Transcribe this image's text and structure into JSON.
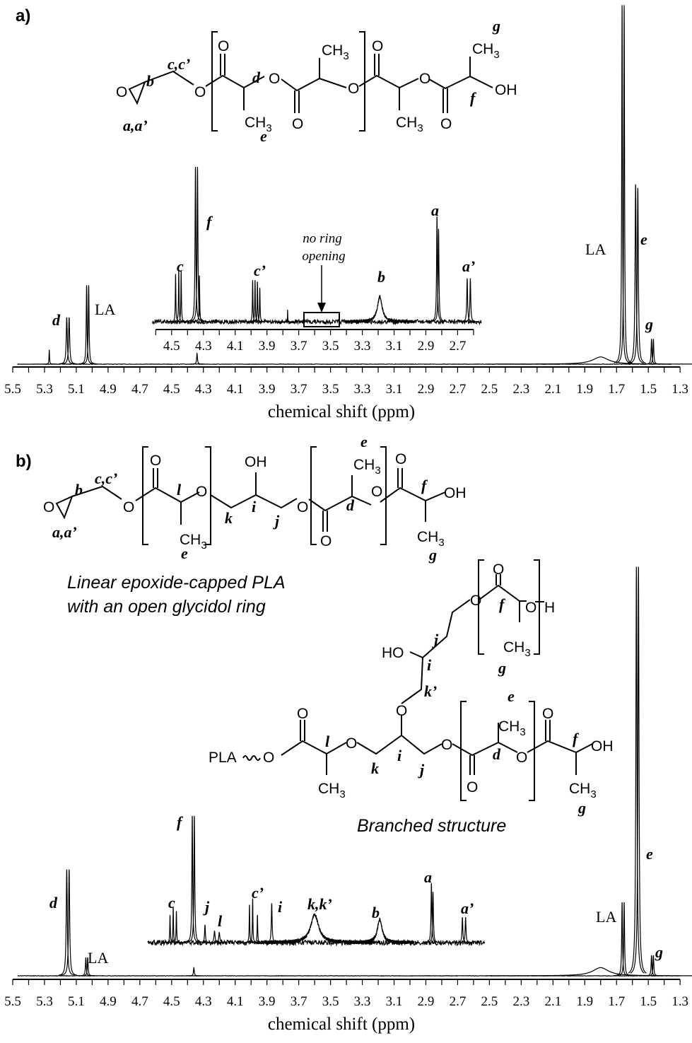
{
  "figure": {
    "panel_a_label": "a)",
    "panel_b_label": "b)",
    "caption_linear_1": "Linear epoxide-capped PLA",
    "caption_linear_2": "with an open glycidol ring",
    "caption_branched": "Branched structure"
  },
  "structure_a": [
    "O",
    "b",
    "c,c’",
    "a,a’",
    "O",
    "O",
    "d",
    "CH3",
    "e",
    "O",
    "O",
    "CH3",
    "O",
    "O",
    "CH3",
    "O",
    "O",
    "CH3",
    "g",
    "f",
    "OH"
  ],
  "structure_b_linear": [
    "O",
    "b",
    "c,c’",
    "a,a’",
    "O",
    "O",
    "l",
    "CH3",
    "e",
    "O",
    "k",
    "OH",
    "i",
    "j",
    "O",
    "O",
    "d",
    "CH3",
    "e",
    "O",
    "O",
    "f",
    "OH",
    "CH3",
    "g"
  ],
  "structure_b_branched": [
    "O",
    "O",
    "f",
    "O",
    "H",
    "CH3",
    "g",
    "j",
    "HO",
    "i",
    "k’",
    "O",
    "PLA",
    "O",
    "O",
    "l",
    "O",
    "CH3",
    "k",
    "i",
    "j",
    "O",
    "O",
    "d",
    "CH3",
    "e",
    "O",
    "O",
    "f",
    "OH",
    "CH3",
    "g"
  ],
  "chart_data": [
    {
      "type": "line",
      "title": "a)",
      "xlabel": "chemical shift (ppm)",
      "ylabel": "",
      "xlim": [
        5.5,
        1.3
      ],
      "x_reversed": true,
      "xtick_labels": [
        "5.5",
        "5.3",
        "5.1",
        "4.9",
        "4.7",
        "4.5",
        "4.3",
        "4.1",
        "3.9",
        "3.7",
        "3.5",
        "3.3",
        "3.1",
        "2.9",
        "2.7",
        "2.5",
        "2.3",
        "2.1",
        "1.9",
        "1.7",
        "1.5",
        "1.3"
      ],
      "peaks": [
        {
          "ppm": 5.27,
          "intensity": 0.04,
          "width": 0.002
        },
        {
          "ppm": 5.16,
          "intensity": 0.13,
          "width": 0.004,
          "label": "d"
        },
        {
          "ppm": 5.145,
          "intensity": 0.13,
          "width": 0.004
        },
        {
          "ppm": 5.035,
          "intensity": 0.22,
          "width": 0.003,
          "label": "LA"
        },
        {
          "ppm": 5.022,
          "intensity": 0.22,
          "width": 0.003
        },
        {
          "ppm": 4.34,
          "intensity": 0.03,
          "width": 0.003
        },
        {
          "ppm": 1.8,
          "intensity": 0.02,
          "width": 0.06
        },
        {
          "ppm": 1.665,
          "intensity": 1.0,
          "width": 0.003,
          "label": "LA"
        },
        {
          "ppm": 1.652,
          "intensity": 1.0,
          "width": 0.003
        },
        {
          "ppm": 1.58,
          "intensity": 0.5,
          "width": 0.004,
          "label": "e"
        },
        {
          "ppm": 1.566,
          "intensity": 0.49,
          "width": 0.004
        },
        {
          "ppm": 1.48,
          "intensity": 0.07,
          "width": 0.003,
          "label": "g"
        },
        {
          "ppm": 1.468,
          "intensity": 0.07,
          "width": 0.003
        }
      ],
      "inset": {
        "xlim": [
          4.6,
          2.55
        ],
        "xtick_labels": [
          "4.5",
          "4.3",
          "4.1",
          "3.9",
          "3.7",
          "3.5",
          "3.3",
          "3.1",
          "2.9",
          "2.7"
        ],
        "annotation": [
          "no ring",
          "opening"
        ],
        "peaks": [
          {
            "ppm": 4.475,
            "intensity": 0.31,
            "width": 0.002,
            "label": "c"
          },
          {
            "ppm": 4.455,
            "intensity": 0.33,
            "width": 0.002
          },
          {
            "ppm": 4.44,
            "intensity": 0.33,
            "width": 0.002
          },
          {
            "ppm": 4.35,
            "intensity": 1.0,
            "width": 0.003,
            "label": "f"
          },
          {
            "ppm": 4.337,
            "intensity": 1.0,
            "width": 0.003
          },
          {
            "ppm": 4.325,
            "intensity": 0.3,
            "width": 0.002
          },
          {
            "ppm": 3.99,
            "intensity": 0.27,
            "width": 0.002,
            "label": "c’"
          },
          {
            "ppm": 3.975,
            "intensity": 0.27,
            "width": 0.002
          },
          {
            "ppm": 3.96,
            "intensity": 0.26,
            "width": 0.002
          },
          {
            "ppm": 3.945,
            "intensity": 0.22,
            "width": 0.002
          },
          {
            "ppm": 3.77,
            "intensity": 0.08,
            "width": 0.001
          },
          {
            "ppm": 3.19,
            "intensity": 0.16,
            "width": 0.018,
            "label": "b"
          },
          {
            "ppm": 2.83,
            "intensity": 0.68,
            "width": 0.003,
            "label": "a"
          },
          {
            "ppm": 2.82,
            "intensity": 0.6,
            "width": 0.003
          },
          {
            "ppm": 2.64,
            "intensity": 0.28,
            "width": 0.003,
            "label": "a’"
          },
          {
            "ppm": 2.62,
            "intensity": 0.28,
            "width": 0.003
          }
        ]
      }
    },
    {
      "type": "line",
      "title": "b)",
      "xlabel": "chemical shift (ppm)",
      "ylabel": "",
      "xlim": [
        5.5,
        1.3
      ],
      "x_reversed": true,
      "xtick_labels": [
        "5.5",
        "5.3",
        "5.1",
        "4.9",
        "4.7",
        "4.5",
        "4.3",
        "4.1",
        "3.9",
        "3.7",
        "3.5",
        "3.3",
        "3.1",
        "2.9",
        "2.7",
        "2.5",
        "2.3",
        "2.1",
        "1.9",
        "1.7",
        "1.5",
        "1.3"
      ],
      "peaks": [
        {
          "ppm": 5.16,
          "intensity": 0.26,
          "width": 0.004,
          "label": "d"
        },
        {
          "ppm": 5.145,
          "intensity": 0.26,
          "width": 0.004
        },
        {
          "ppm": 5.04,
          "intensity": 0.045,
          "width": 0.003,
          "label": "LA"
        },
        {
          "ppm": 5.028,
          "intensity": 0.045,
          "width": 0.003
        },
        {
          "ppm": 4.36,
          "intensity": 0.02,
          "width": 0.003
        },
        {
          "ppm": 1.8,
          "intensity": 0.02,
          "width": 0.06
        },
        {
          "ppm": 1.665,
          "intensity": 0.18,
          "width": 0.003,
          "label": "LA"
        },
        {
          "ppm": 1.652,
          "intensity": 0.18,
          "width": 0.003
        },
        {
          "ppm": 1.575,
          "intensity": 1.0,
          "width": 0.004,
          "label": "e"
        },
        {
          "ppm": 1.562,
          "intensity": 1.0,
          "width": 0.004
        },
        {
          "ppm": 1.48,
          "intensity": 0.05,
          "width": 0.003,
          "label": "g"
        },
        {
          "ppm": 1.468,
          "intensity": 0.05,
          "width": 0.003
        }
      ],
      "inset": {
        "xlim": [
          4.65,
          2.53
        ],
        "peaks": [
          {
            "ppm": 4.51,
            "intensity": 0.22,
            "width": 0.002,
            "label": "c"
          },
          {
            "ppm": 4.49,
            "intensity": 0.28,
            "width": 0.002
          },
          {
            "ppm": 4.47,
            "intensity": 0.25,
            "width": 0.002
          },
          {
            "ppm": 4.37,
            "intensity": 1.0,
            "width": 0.003,
            "label": "f"
          },
          {
            "ppm": 4.357,
            "intensity": 1.0,
            "width": 0.003
          },
          {
            "ppm": 4.29,
            "intensity": 0.14,
            "width": 0.003,
            "label": "j"
          },
          {
            "ppm": 4.23,
            "intensity": 0.09,
            "width": 0.004,
            "label": "l"
          },
          {
            "ppm": 4.2,
            "intensity": 0.08,
            "width": 0.004
          },
          {
            "ppm": 4.01,
            "intensity": 0.3,
            "width": 0.002,
            "label": "c’"
          },
          {
            "ppm": 3.99,
            "intensity": 0.35,
            "width": 0.002
          },
          {
            "ppm": 3.96,
            "intensity": 0.22,
            "width": 0.002
          },
          {
            "ppm": 3.87,
            "intensity": 0.31,
            "width": 0.003,
            "label": "i"
          },
          {
            "ppm": 3.6,
            "intensity": 0.22,
            "width": 0.03,
            "label": "k,k’"
          },
          {
            "ppm": 3.19,
            "intensity": 0.18,
            "width": 0.018,
            "label": "b"
          },
          {
            "ppm": 2.865,
            "intensity": 0.47,
            "width": 0.003,
            "label": "a"
          },
          {
            "ppm": 2.855,
            "intensity": 0.4,
            "width": 0.003
          },
          {
            "ppm": 2.67,
            "intensity": 0.2,
            "width": 0.003,
            "label": "a’"
          },
          {
            "ppm": 2.65,
            "intensity": 0.2,
            "width": 0.003
          }
        ]
      }
    }
  ]
}
